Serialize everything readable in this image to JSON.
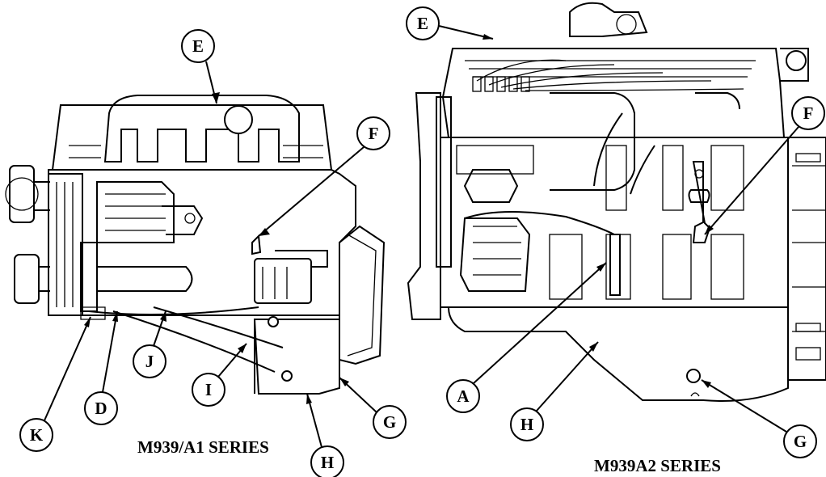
{
  "left_engine": {
    "series_label": "M939/A1 SERIES",
    "callouts": {
      "E": "E",
      "F": "F",
      "G": "G",
      "H": "H",
      "I": "I",
      "J": "J",
      "D": "D",
      "K": "K"
    }
  },
  "right_engine": {
    "series_label": "M939A2 SERIES",
    "callouts": {
      "E": "E",
      "F": "F",
      "G": "G",
      "H": "H",
      "A": "A"
    }
  }
}
